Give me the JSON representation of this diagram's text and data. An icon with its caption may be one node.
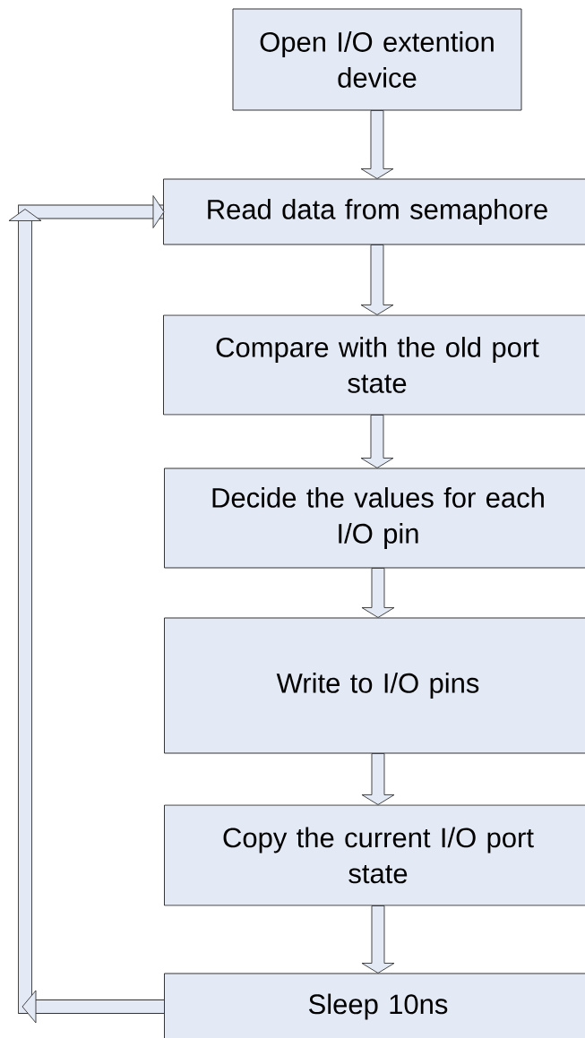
{
  "diagram": {
    "nodes": [
      {
        "text": [
          "Open I/O extention device"
        ]
      },
      {
        "text": [
          "Read data from semaphore"
        ]
      },
      {
        "text": [
          "Compare with the old port state"
        ]
      },
      {
        "text": [
          "Decide the values for each I/O pin"
        ]
      },
      {
        "text": [
          "Write to I/O pins"
        ]
      },
      {
        "text": [
          "Copy the current I/O port state"
        ]
      },
      {
        "text": [
          "Sleep 10ns"
        ]
      }
    ],
    "edges": [
      {
        "from": 0,
        "to": 1,
        "arrow": "to"
      },
      {
        "from": 1,
        "to": 2,
        "arrow": "to"
      },
      {
        "from": 2,
        "to": 3,
        "arrow": "to"
      },
      {
        "from": 3,
        "to": 4,
        "arrow": "to"
      },
      {
        "from": 4,
        "to": 5,
        "arrow": "to"
      },
      {
        "from": 5,
        "to": 6,
        "arrow": "to"
      },
      {
        "from": 6,
        "to": 1,
        "arrow": "to"
      }
    ]
  }
}
